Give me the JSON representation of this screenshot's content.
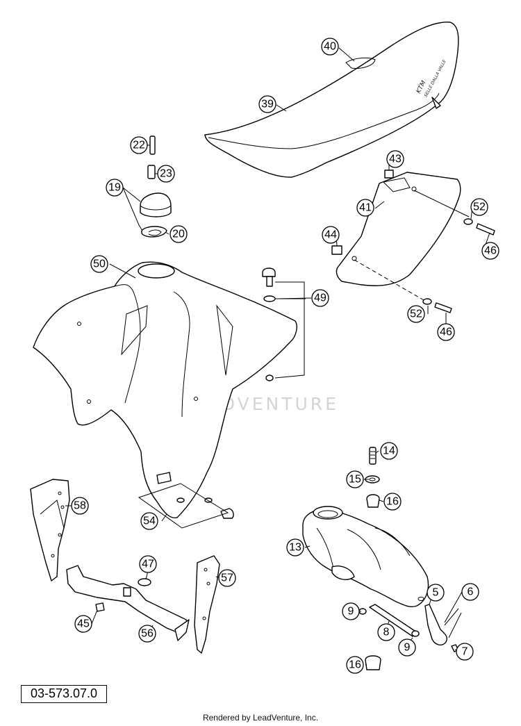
{
  "diagram_code": "03-573.07.0",
  "footer_text": "Rendered by LeadVenture, Inc.",
  "watermark_text": "LEADVENTURE",
  "seat_brand_text": [
    "KTM",
    "SELLE DALLA VALLE"
  ],
  "callout_numbers": [
    "40",
    "39",
    "22",
    "23",
    "19",
    "20",
    "43",
    "41",
    "52",
    "44",
    "46",
    "50",
    "49",
    "52",
    "46",
    "14",
    "15",
    "16",
    "13",
    "58",
    "54",
    "47",
    "57",
    "5",
    "6",
    "9",
    "45",
    "56",
    "8",
    "9",
    "7",
    "16"
  ]
}
